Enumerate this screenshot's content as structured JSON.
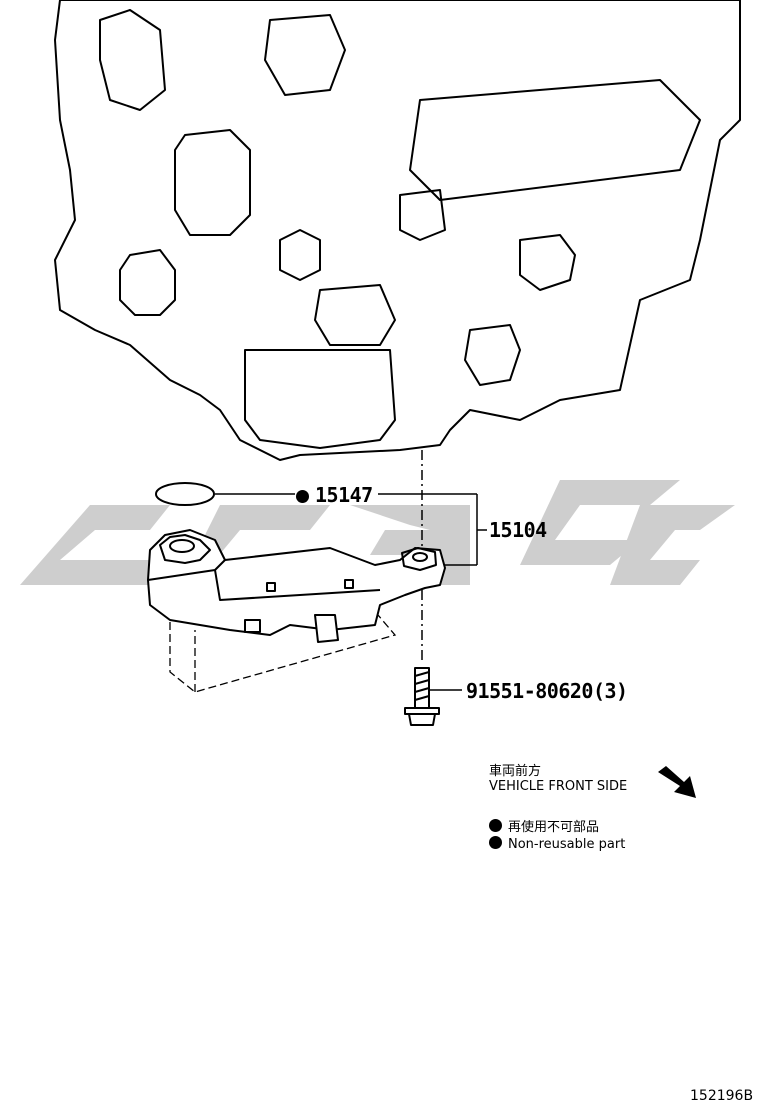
{
  "parts": {
    "gasket": {
      "number": "15147",
      "non_reusable": true
    },
    "oil_strainer": {
      "number": "15104"
    },
    "bolt": {
      "number": "91551-80620(3)"
    }
  },
  "notes": {
    "front_side_jp": "車両前方",
    "front_side_en": "VEHICLE FRONT SIDE",
    "non_reusable_jp": "再使用不可部品",
    "non_reusable_en": "Non-reusable part"
  },
  "figure_id": "152196B",
  "icons": [
    "front-direction-arrow-icon",
    "non-reusable-dot-icon"
  ]
}
